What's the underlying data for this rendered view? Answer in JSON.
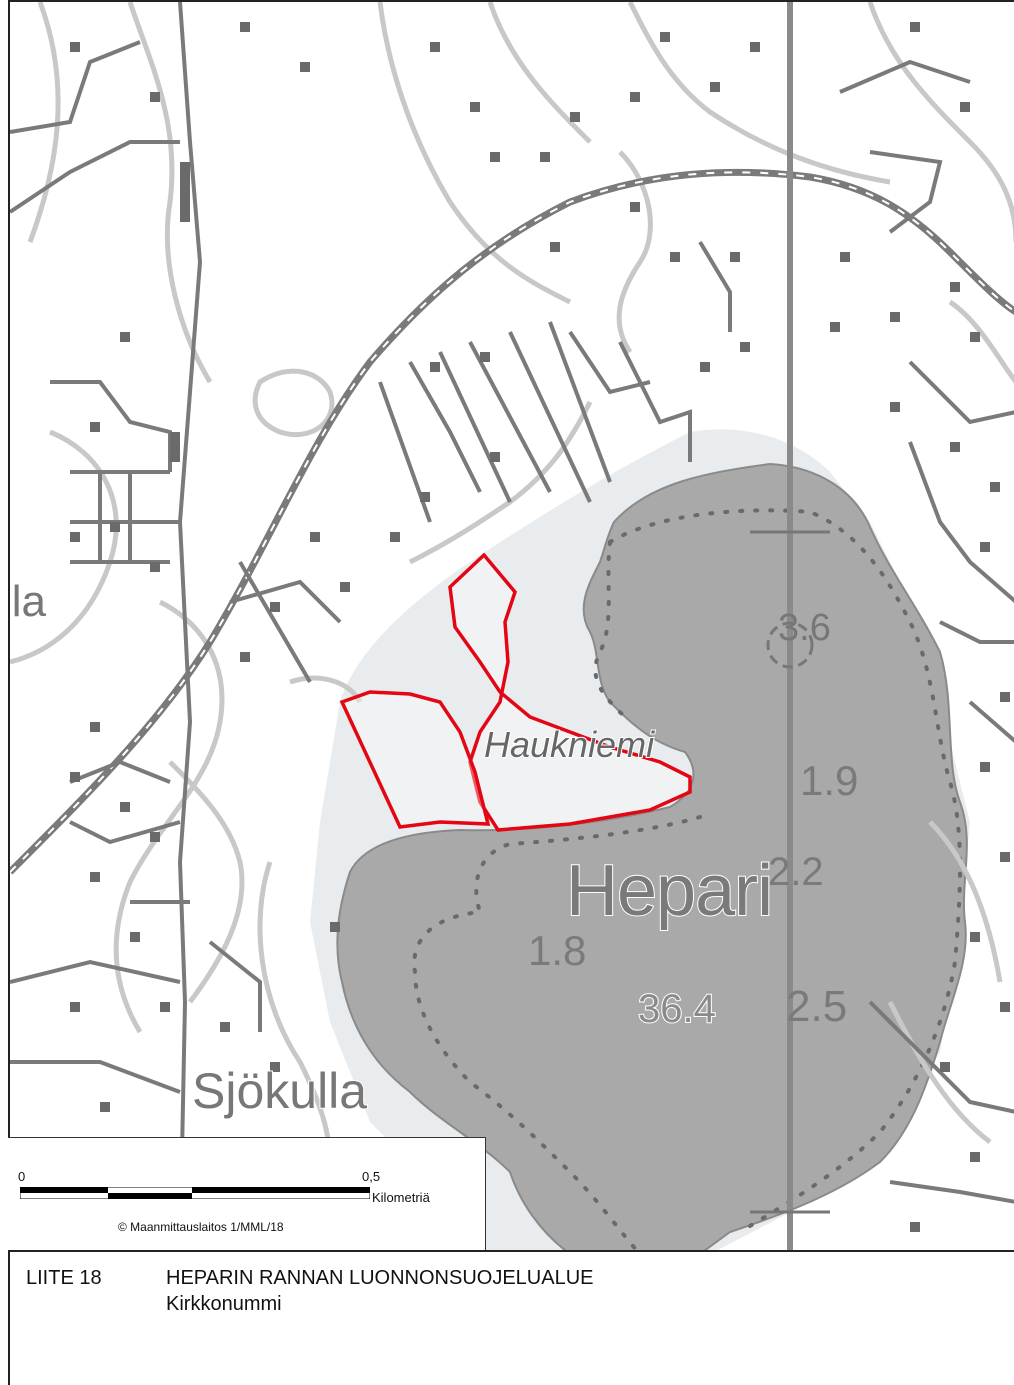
{
  "map": {
    "labels": {
      "lake": "Hepari",
      "cape": "Haukniemi",
      "village_west": "lla",
      "village_south": "Sjökulla"
    },
    "depths": {
      "d1": "3.6",
      "d2": "1.9",
      "d3": "2.2",
      "d4": "1.8",
      "d5": "36.4",
      "d6": "2.5"
    },
    "colors": {
      "water": "#a9a9a9",
      "shore": "#e9ecee",
      "road": "#6e6e6e",
      "contour": "#c4c4c4",
      "protected_area": "#e30613"
    }
  },
  "scale": {
    "start": "0",
    "end": "0,5",
    "unit": "Kilometriä",
    "copyright": "© Maanmittauslaitos 1/MML/18"
  },
  "caption": {
    "id": "LIITE 18",
    "title": "HEPARIN RANNAN LUONNONSUOJELUALUE",
    "municipality": "Kirkkonummi"
  }
}
